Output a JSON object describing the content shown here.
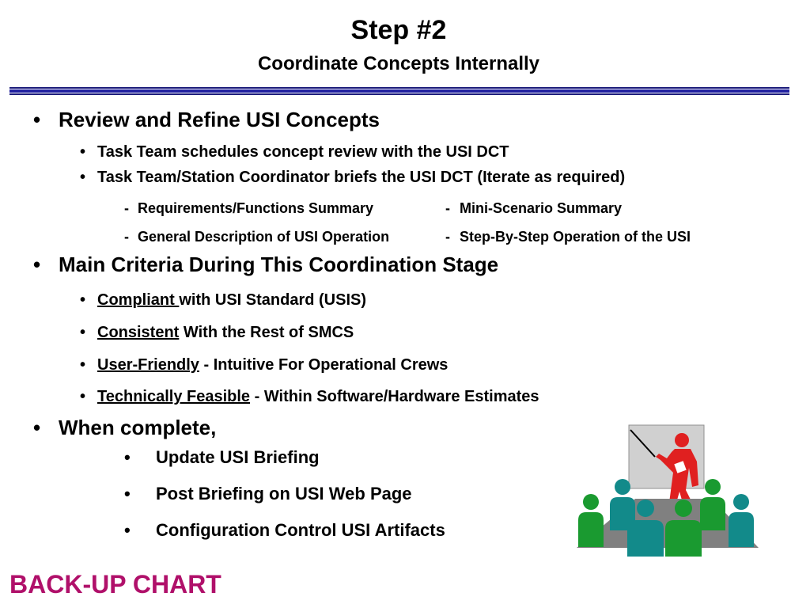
{
  "slide": {
    "title": "Step #2",
    "subtitle": "Coordinate Concepts Internally",
    "footer": "BACK-UP CHART",
    "bullet_char": "•",
    "dash_char": "-",
    "colors": {
      "rule": "#2020a0",
      "footer": "#b0106a",
      "figure_red": "#e02020",
      "green": "#1a9a30",
      "teal": "#128a8a",
      "table": "#808080",
      "board": "#d0d0d0"
    },
    "sections": [
      {
        "heading": "Review and Refine USI Concepts",
        "items": [
          "Task Team schedules concept review with the USI DCT",
          "Task Team/Station Coordinator briefs the USI DCT (Iterate as required)"
        ],
        "subitems": [
          {
            "left": "Requirements/Functions Summary",
            "right": "Mini-Scenario Summary"
          },
          {
            "left": "General Description of USI Operation",
            "right": "Step-By-Step Operation of the USI"
          }
        ]
      },
      {
        "heading": "Main Criteria During This Coordination Stage",
        "criteria": [
          {
            "term": "Compliant ",
            "rest": "with USI Standard (USIS)"
          },
          {
            "term": "Consistent",
            "rest": " With the Rest of SMCS"
          },
          {
            "term": "User-Friendly",
            "rest": " - Intuitive For Operational Crews"
          },
          {
            "term": "Technically Feasible",
            "rest": " - Within Software/Hardware Estimates"
          }
        ]
      },
      {
        "heading": "When complete,",
        "items": [
          "Update USI Briefing",
          "Post Briefing on USI Web Page",
          "Configuration Control USI Artifacts"
        ]
      }
    ]
  }
}
